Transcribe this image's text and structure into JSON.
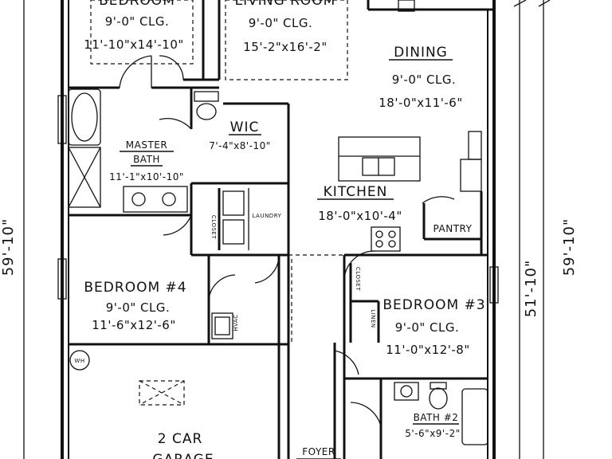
{
  "rooms": {
    "bedroom_top": {
      "name": "BEDROOM",
      "ceiling": "9'-0\" CLG.",
      "size": "11'-10\"x14'-10\""
    },
    "living": {
      "name": "LIVING ROOM",
      "ceiling": "9'-0\" CLG.",
      "size": "15'-2\"x16'-2\""
    },
    "dining": {
      "name": "DINING",
      "ceiling": "9'-0\" CLG.",
      "size": "18'-0\"x11'-6\""
    },
    "wic": {
      "name": "WIC",
      "size": "7'-4\"x8'-10\""
    },
    "master_bath": {
      "name_line1": "MASTER",
      "name_line2": "BATH",
      "size": "11'-1\"x10'-10\""
    },
    "kitchen": {
      "name": "KITCHEN",
      "size": "18'-0\"x10'-4\""
    },
    "pantry": {
      "name": "PANTRY"
    },
    "laundry": {
      "name": "LAUNDRY"
    },
    "bedroom4": {
      "name": "BEDROOM #4",
      "ceiling": "9'-0\" CLG.",
      "size": "11'-6\"x12'-6\""
    },
    "bedroom3": {
      "name": "BEDROOM #3",
      "ceiling": "9'-0\" CLG.",
      "size": "11'-0\"x12'-8\""
    },
    "bath2": {
      "name": "BATH #2",
      "size": "5'-6\"x9'-2\""
    },
    "garage": {
      "name_line1": "2 CAR",
      "name_line2": "GARAGE"
    },
    "foyer": {
      "name": "FOYER"
    }
  },
  "labels": {
    "closet": "CLOSET",
    "hvac": "HVAC",
    "linen": "LINEN",
    "wh": "WH"
  },
  "dimensions": {
    "overall_left": "59'-10\"",
    "overall_right": "59'-10\"",
    "partial_right": "51'-10\""
  }
}
